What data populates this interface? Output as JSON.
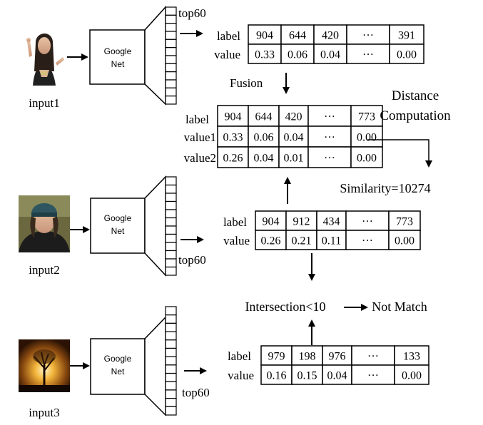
{
  "inputs": [
    {
      "caption": "input1",
      "model_label_line1": "Google",
      "model_label_line2": "Net",
      "topk_label": "top60",
      "thumbnail_icon": "woman-portrait-icon",
      "table": {
        "row_labels": [
          "label",
          "value"
        ],
        "labels": [
          "904",
          "644",
          "420",
          "···",
          "391"
        ],
        "values": [
          "0.33",
          "0.06",
          "0.04",
          "···",
          "0.00"
        ]
      }
    },
    {
      "caption": "input2",
      "model_label_line1": "Google",
      "model_label_line2": "Net",
      "topk_label": "top60",
      "thumbnail_icon": "woman-with-beanie-portrait-icon",
      "table": {
        "row_labels": [
          "label",
          "value"
        ],
        "labels": [
          "904",
          "912",
          "434",
          "···",
          "773"
        ],
        "values": [
          "0.26",
          "0.21",
          "0.11",
          "···",
          "0.00"
        ]
      }
    },
    {
      "caption": "input3",
      "model_label_line1": "Google",
      "model_label_line2": "Net",
      "topk_label": "top60",
      "thumbnail_icon": "sunset-tree-icon",
      "table": {
        "row_labels": [
          "label",
          "value"
        ],
        "labels": [
          "979",
          "198",
          "976",
          "···",
          "133"
        ],
        "values": [
          "0.16",
          "0.15",
          "0.04",
          "···",
          "0.00"
        ]
      }
    }
  ],
  "fusion": {
    "label": "Fusion",
    "table": {
      "row_labels": [
        "label",
        "value1",
        "value2"
      ],
      "labels": [
        "904",
        "644",
        "420",
        "···",
        "773"
      ],
      "value1": [
        "0.33",
        "0.06",
        "0.04",
        "···",
        "0.00"
      ],
      "value2": [
        "0.26",
        "0.04",
        "0.01",
        "···",
        "0.00"
      ]
    }
  },
  "distance": {
    "label_line1": "Distance",
    "label_line2": "Computation",
    "result": "Similarity=10274"
  },
  "intersection": {
    "condition": "Intersection<10",
    "result": "Not Match"
  }
}
